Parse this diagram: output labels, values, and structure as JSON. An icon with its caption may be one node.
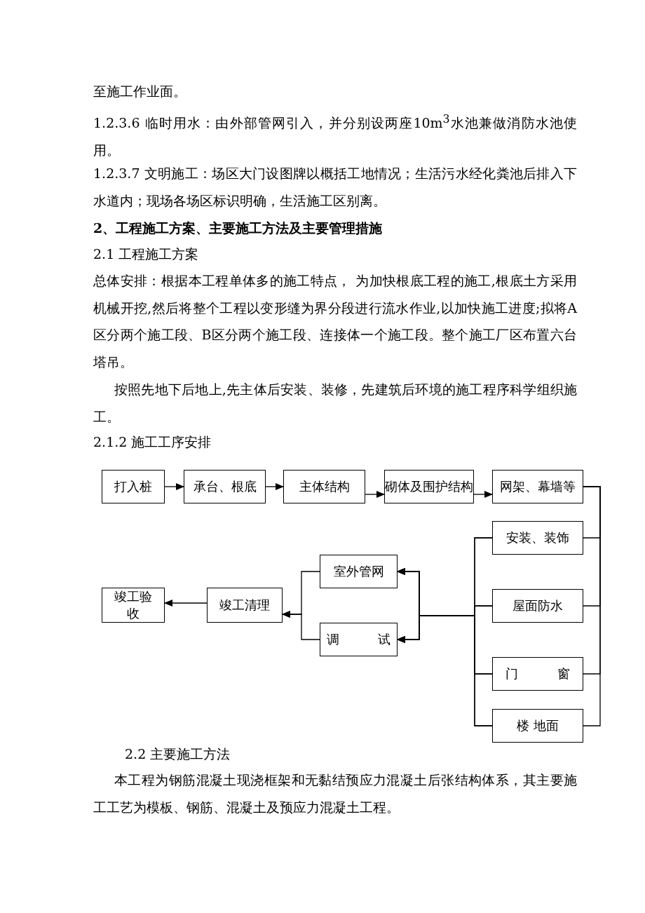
{
  "diagram": {
    "nodes": [
      {
        "text": [
          "打入桩"
        ]
      },
      {
        "text": [
          "承台、根底"
        ]
      },
      {
        "text": [
          "主体结构"
        ]
      },
      {
        "text": [
          "砌体及围护结构"
        ]
      },
      {
        "text": [
          "网架、幕墙等"
        ]
      },
      {
        "text": [
          "安装、装饰"
        ]
      },
      {
        "text": [
          "室外管网"
        ]
      },
      {
        "text": [
          "竣工验收"
        ]
      },
      {
        "text": [
          "竣工清理"
        ]
      },
      {
        "text": [
          "屋面防水"
        ]
      },
      {
        "text": [
          "调 试"
        ]
      },
      {
        "text": [
          "门 窗"
        ]
      },
      {
        "text": [
          "楼 地面"
        ]
      }
    ],
    "edges": [
      {
        "from": 0,
        "to": 1,
        "arrow": "to"
      },
      {
        "from": 1,
        "to": 2,
        "arrow": "to"
      },
      {
        "from": 2,
        "to": 3,
        "arrow": "to"
      },
      {
        "from": 3,
        "to": 4,
        "arrow": "to"
      },
      {
        "from": 4,
        "to": 5,
        "arrow": "none"
      },
      {
        "from": 4,
        "to": 9,
        "arrow": "none"
      },
      {
        "from": 4,
        "to": 11,
        "arrow": "none"
      },
      {
        "from": 4,
        "to": 12,
        "arrow": "none"
      },
      {
        "from": 5,
        "to": 6,
        "arrow": "to"
      },
      {
        "from": 5,
        "to": 10,
        "arrow": "to"
      },
      {
        "from": 9,
        "to": 6,
        "arrow": "to"
      },
      {
        "from": 9,
        "to": 10,
        "arrow": "to"
      },
      {
        "from": 11,
        "to": 6,
        "arrow": "to"
      },
      {
        "from": 11,
        "to": 10,
        "arrow": "to"
      },
      {
        "from": 12,
        "to": 6,
        "arrow": "to"
      },
      {
        "from": 12,
        "to": 10,
        "arrow": "to"
      },
      {
        "from": 6,
        "to": 8,
        "arrow": "to"
      },
      {
        "from": 10,
        "to": 8,
        "arrow": "to"
      },
      {
        "from": 8,
        "to": 7,
        "arrow": "to"
      }
    ],
    "labels": [
      "至施工作业面。",
      "1.2.3.6 临时用水：由外部管网引入，并分别设两座10m$^{3}$水池兼做消防水池使用。",
      "1.2.3.7 文明施工：场区大门设图牌以概括工地情况；生活污水经化粪池后排入下水道内；现场各场区标识明确，生活施工区别离。",
      "2、工程施工方案、主要施工方法及主要管理措施",
      "2.1 工程施工方案",
      "总体安排：根据本工程单体多的施工特点， 为加快根底工程的施工,根底土方采用机械开挖,然后将整个工程以变形缝为界分段进行流水作业,以加快施工进度;拟将A区分两个施工段、B区分两个施工段、连接体一个施工段。整个施工厂区布置六台塔吊。",
      "按照先地下后地上,先主体后安装、装修，先建筑后环境的施工程序科学组织施工。",
      "2.1.2 施工工序安排",
      "2.2 主要施工方法",
      "本工程为钢筋混凝土现浇框架和无黏结预应力混凝土后张结构体系，其主要施工工艺为模板、钢筋、混凝土及预应力混凝土工程。"
    ]
  }
}
